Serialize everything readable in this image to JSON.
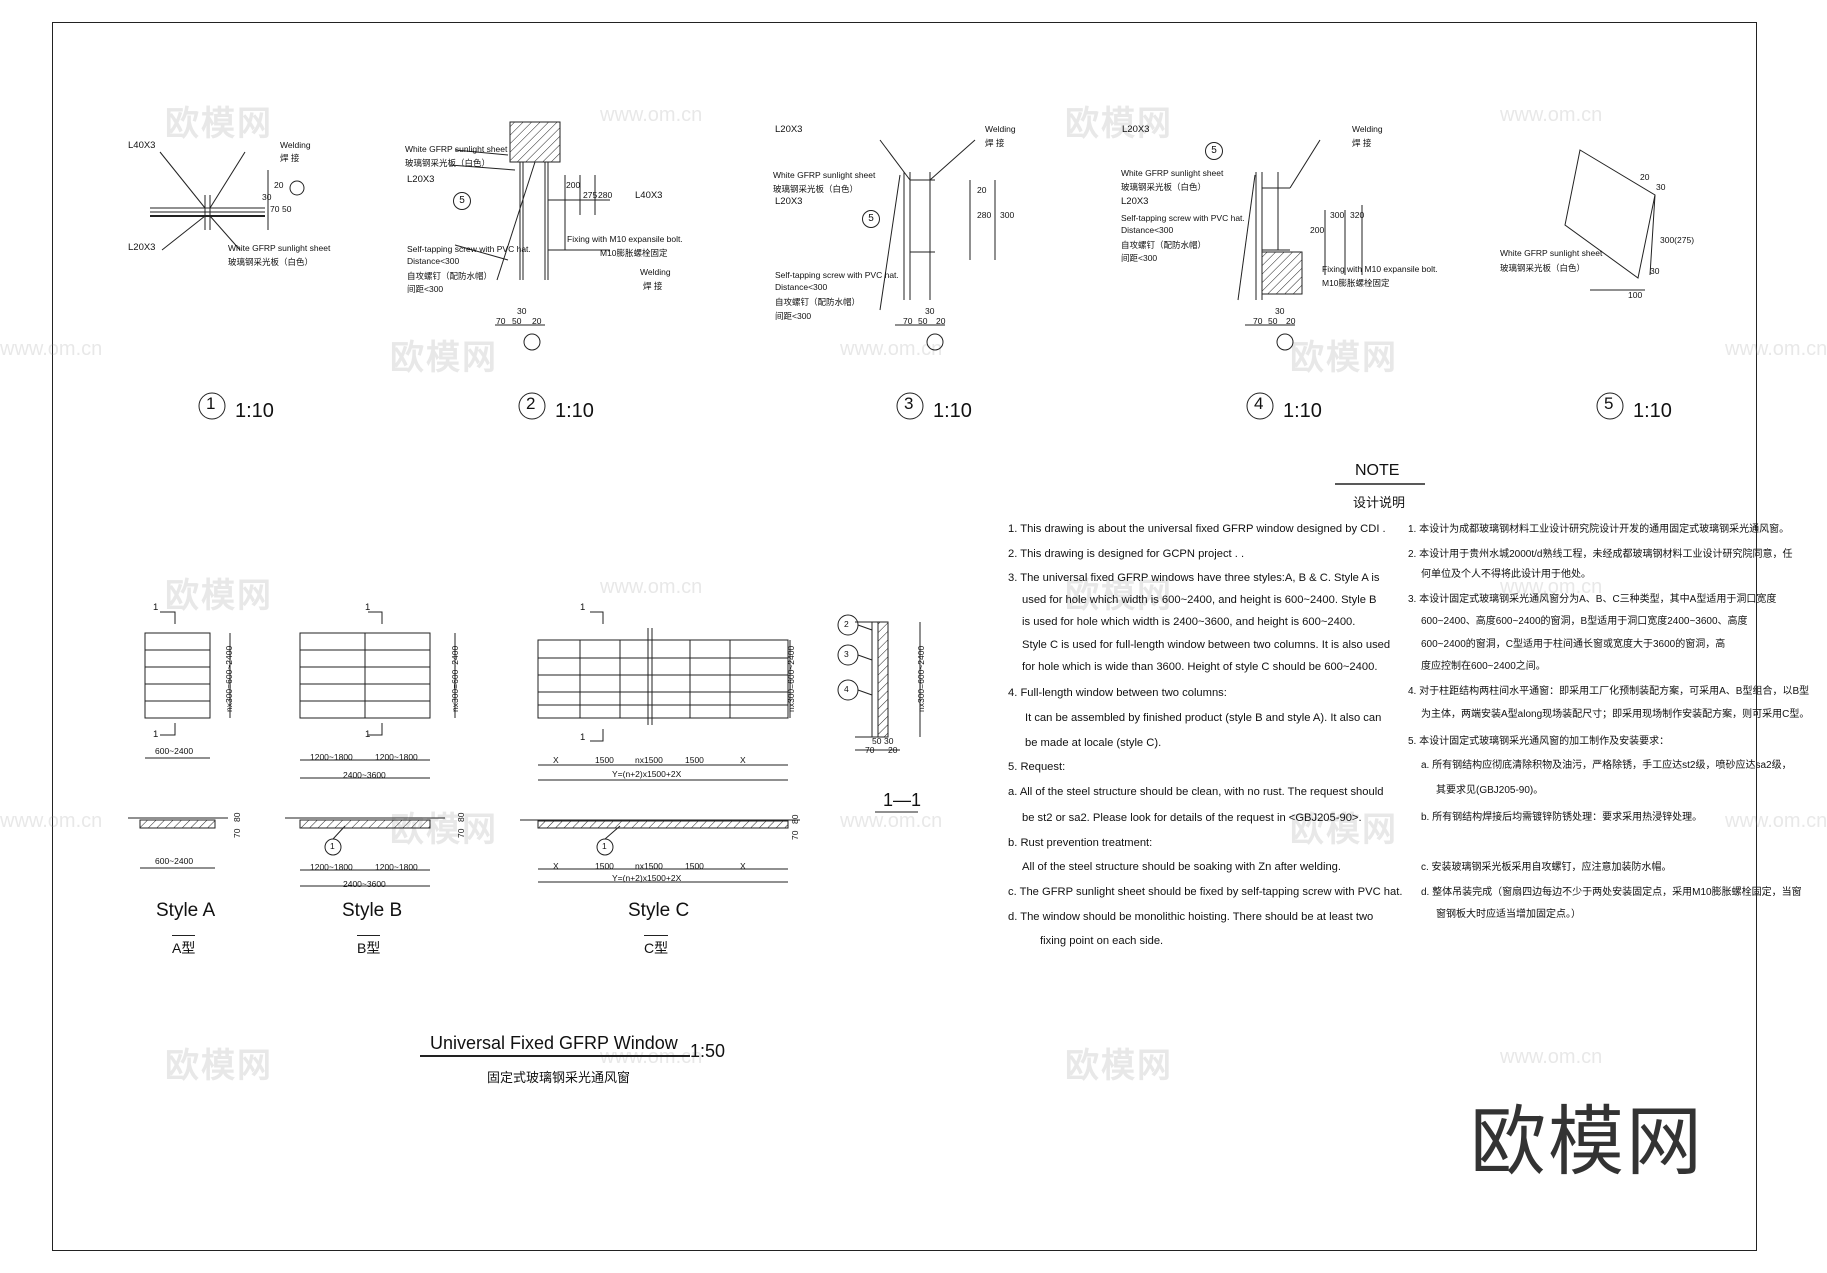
{
  "details": [
    {
      "no": "1",
      "scale": "1:10"
    },
    {
      "no": "2",
      "scale": "1:10"
    },
    {
      "no": "3",
      "scale": "1:10"
    },
    {
      "no": "4",
      "scale": "1:10"
    },
    {
      "no": "5",
      "scale": "1:10"
    }
  ],
  "d1": {
    "angle_top": "L40X3",
    "angle_bot": "L20X3",
    "welding": "Welding",
    "welding_cn": "焊 接",
    "sheet": "White GFRP sunlight sheet",
    "sheet_cn": "玻璃钢采光板（白色）",
    "dims": [
      "20",
      "30",
      "70",
      "50"
    ]
  },
  "d2": {
    "sheet": "White GFRP sunlight sheet",
    "sheet_cn": "玻璃钢采光板（白色）",
    "angle1": "L20X3",
    "angle2": "L40X3",
    "callout": "5",
    "screw": "Self-tapping screw with PVC hat.",
    "distance": "Distance<300",
    "screw_cn": "自攻螺钉（配防水帽）",
    "dist_cn": "间距<300",
    "fix": "Fixing with M10 expansile bolt.",
    "fix_cn": "M10膨胀螺栓固定",
    "welding": "Welding",
    "welding_cn": "焊 接",
    "dims": [
      "200",
      "275",
      "280",
      "30",
      "70",
      "50",
      "20"
    ]
  },
  "d3": {
    "angle": "L20X3",
    "welding": "Welding",
    "welding_cn": "焊 接",
    "sheet": "White GFRP sunlight sheet",
    "sheet_cn": "玻璃钢采光板（白色）",
    "angle2": "L20X3",
    "callout": "5",
    "screw": "Self-tapping screw with PVC hat.",
    "distance": "Distance<300",
    "screw_cn": "自攻螺钉（配防水帽）",
    "dist_cn": "间距<300",
    "dims": [
      "20",
      "280",
      "300",
      "30",
      "70",
      "50",
      "20"
    ]
  },
  "d4": {
    "angle": "L20X3",
    "welding": "Welding",
    "welding_cn": "焊 接",
    "callout": "5",
    "sheet": "White GFRP sunlight sheet",
    "sheet_cn": "玻璃钢采光板（白色）",
    "angle2": "L20X3",
    "screw": "Self-tapping screw with PVC hat.",
    "distance": "Distance<300",
    "screw_cn": "自攻螺钉（配防水帽）",
    "dist_cn": "间距<300",
    "fix": "Fixing with M10 expansile bolt.",
    "fix_cn": "M10膨胀螺栓固定",
    "dims": [
      "200",
      "300",
      "320",
      "30",
      "70",
      "50",
      "20"
    ]
  },
  "d5": {
    "sheet": "White GFRP sunlight sheet",
    "sheet_cn": "玻璃钢采光板（白色）",
    "dims": [
      "20",
      "30",
      "300(275)",
      "30",
      "100"
    ]
  },
  "styles": {
    "a": {
      "label": "Style A",
      "label_cn": "A型",
      "width": "600~2400",
      "height": "nx300=600~2400",
      "section_mark": "1"
    },
    "b": {
      "label": "Style B",
      "label_cn": "B型",
      "left": "1200~1800",
      "right": "1200~1800",
      "width": "2400~3600",
      "height": "nx300=600~2400",
      "section_mark": "1"
    },
    "c": {
      "label": "Style C",
      "label_cn": "C型",
      "x": "X",
      "pitch": "1500",
      "npitch": "nx1500",
      "total": "Y=(n+2)x1500+2X",
      "height": "nx300=600~2400",
      "section_mark": "1"
    },
    "section": {
      "title": "1—1",
      "callouts": [
        "2",
        "3",
        "4"
      ],
      "height": "nx300=600~2400",
      "dims": [
        "50",
        "30",
        "70",
        "20"
      ]
    },
    "plan_dims": [
      "70",
      "80"
    ],
    "plan_callout": "1"
  },
  "main_title": {
    "en": "Universal Fixed GFRP Window",
    "cn": "固定式玻璃钢采光通风窗",
    "scale": "1:50"
  },
  "note": {
    "title": "NOTE",
    "title_cn": "设计说明",
    "en": [
      "1. This drawing is about the universal fixed GFRP window designed by CDI .",
      "2. This drawing is designed for GCPN project . .",
      "3. The universal fixed GFRP windows have three styles:A, B & C. Style A is",
      "used for hole which width is 600~2400, and height is 600~2400. Style B",
      "is used  for hole which width is 2400~3600, and height is 600~2400.",
      "Style C is used for full-length window between two columns. It is also used",
      "for hole which is wide than 3600. Height of style C should be 600~2400.",
      "4. Full-length window between two columns:",
      "It can be assembled by finished product (style B and style A). It also can",
      "be made at locale (style C).",
      "5. Request:",
      "a. All of the steel structure should be clean, with no rust. The request should",
      "be st2 or  sa2. Please look for details of the request in <GBJ205-90>.",
      "b. Rust prevention treatment:",
      "All of the steel structure should be soaking with Zn after welding.",
      "c. The GFRP sunlight sheet should be fixed by self-tapping screw with PVC hat.",
      "d. The window should be monolithic hoisting. There should be at least two",
      "fixing point on each side."
    ],
    "cn": [
      "1. 本设计为成都玻璃钢材料工业设计研究院设计开发的通用固定式玻璃钢采光通风窗。",
      "2. 本设计用于贵州水城2000t/d熟线工程，未经成都玻璃钢材料工业设计研究院同意，任",
      "何单位及个人不得将此设计用于他处。",
      "3. 本设计固定式玻璃钢采光通风窗分为A、B、C三种类型，其中A型适用于洞口宽度",
      "600~2400、高度600~2400的窗洞，B型适用于洞口宽度2400~3600、高度",
      "600~2400的窗洞，C型适用于柱间通长窗或宽度大于3600的窗洞，高",
      "度应控制在600~2400之间。",
      "4. 对于柱距结构两柱间水平通窗：即采用工厂化预制装配方案，可采用A、B型组合，以B型",
      "为主体，两端安装A型along现场装配尺寸；即采用现场制作安装配方案，则可采用C型。",
      "5. 本设计固定式玻璃钢采光通风窗的加工制作及安装要求：",
      "a. 所有钢结构应彻底清除积物及油污，严格除锈，手工应达st2级，喷砂应达sa2级，",
      "其要求见(GBJ205-90)。",
      "b. 所有钢结构焊接后均需镀锌防锈处理：要求采用热浸锌处理。",
      "c. 安装玻璃钢采光板采用自攻螺钉，应注意加装防水帽。",
      "d. 整体吊装完成（窗扇四边每边不少于两处安装固定点，采用M10膨胀螺栓固定，当窗",
      "窗钢板大时应适当增加固定点。）"
    ]
  },
  "watermarks": {
    "logo": "欧模网",
    "url": "www.om.cn",
    "brand": "欧模网"
  }
}
